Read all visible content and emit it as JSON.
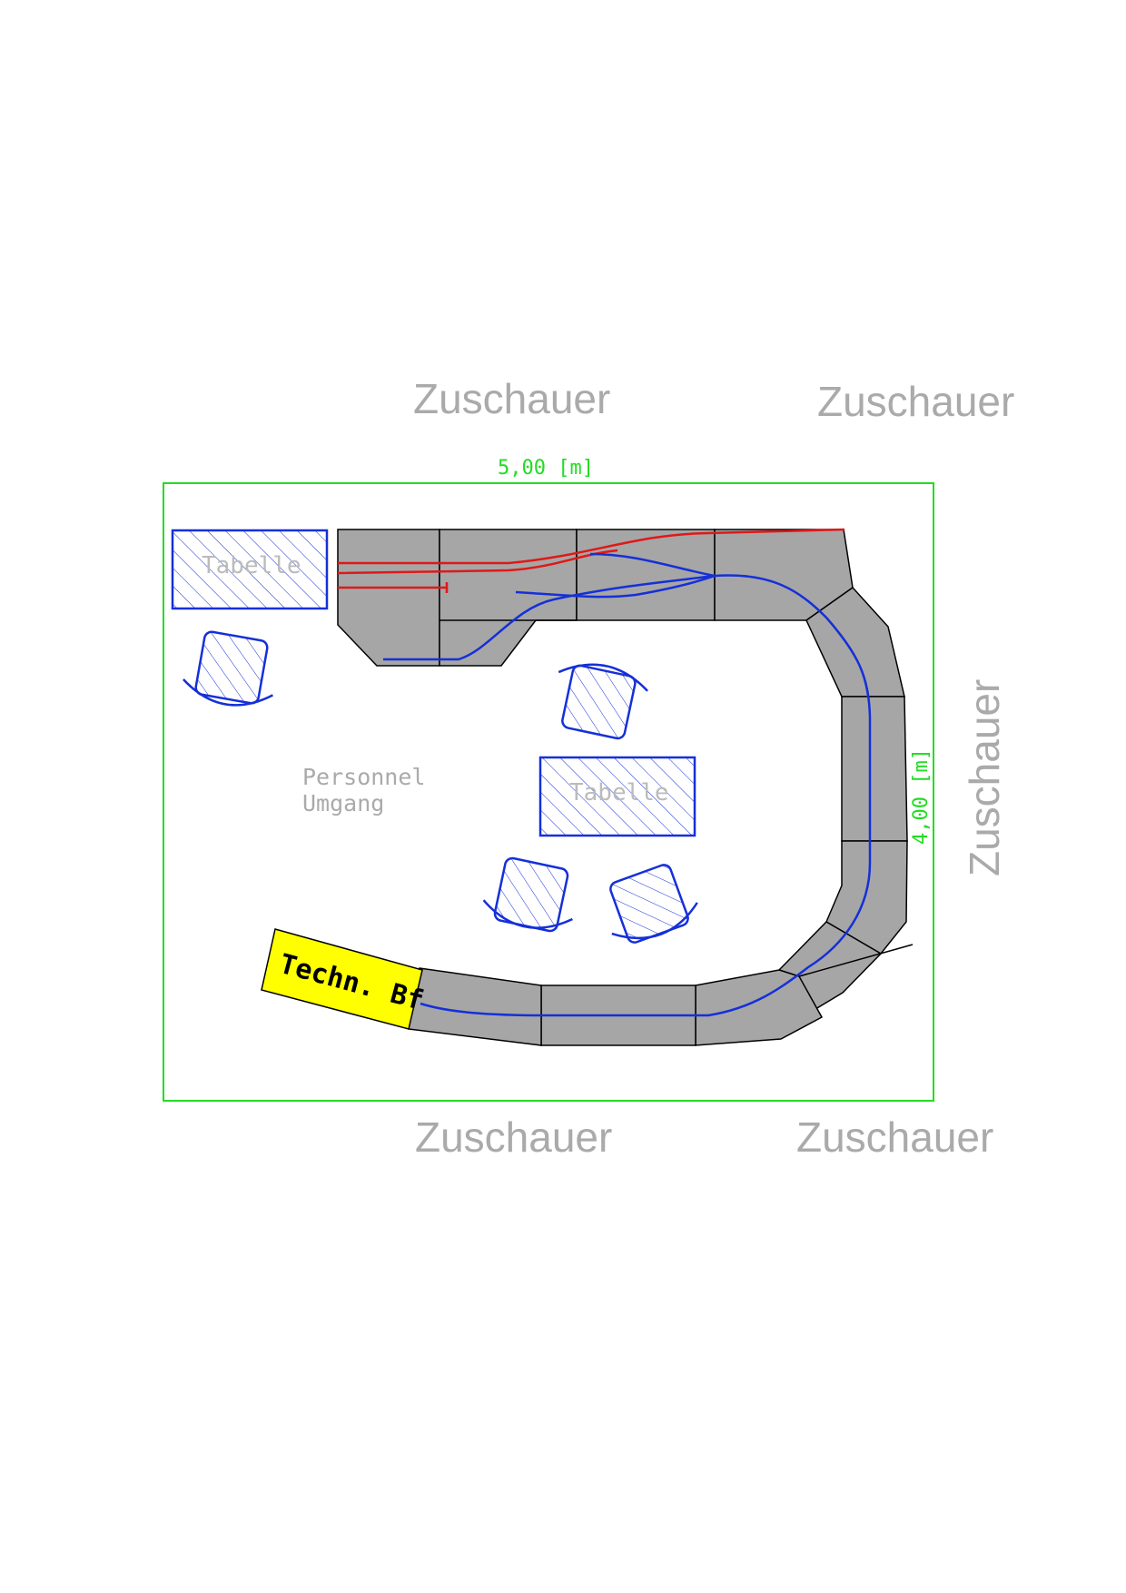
{
  "audience_labels": {
    "top_left": "Zuschauer",
    "top_right": "Zuschauer",
    "right": "Zuschauer",
    "bottom_left": "Zuschauer",
    "bottom_right": "Zuschauer"
  },
  "dimensions": {
    "width": "5,00 [m]",
    "height": "4,00 [m]"
  },
  "tables": {
    "table_1": "Tabelle",
    "table_2": "Tabelle"
  },
  "aisle": {
    "line1": "Personnel",
    "line2": "Umgang"
  },
  "station_label": "Techn. Bf",
  "colors": {
    "room_outline": "#22dd22",
    "module_fill": "#a6a6a6",
    "track_blue": "#1530d8",
    "track_red": "#e01818",
    "station_fill": "#ffff00",
    "audience_text": "#aaaaaa"
  }
}
